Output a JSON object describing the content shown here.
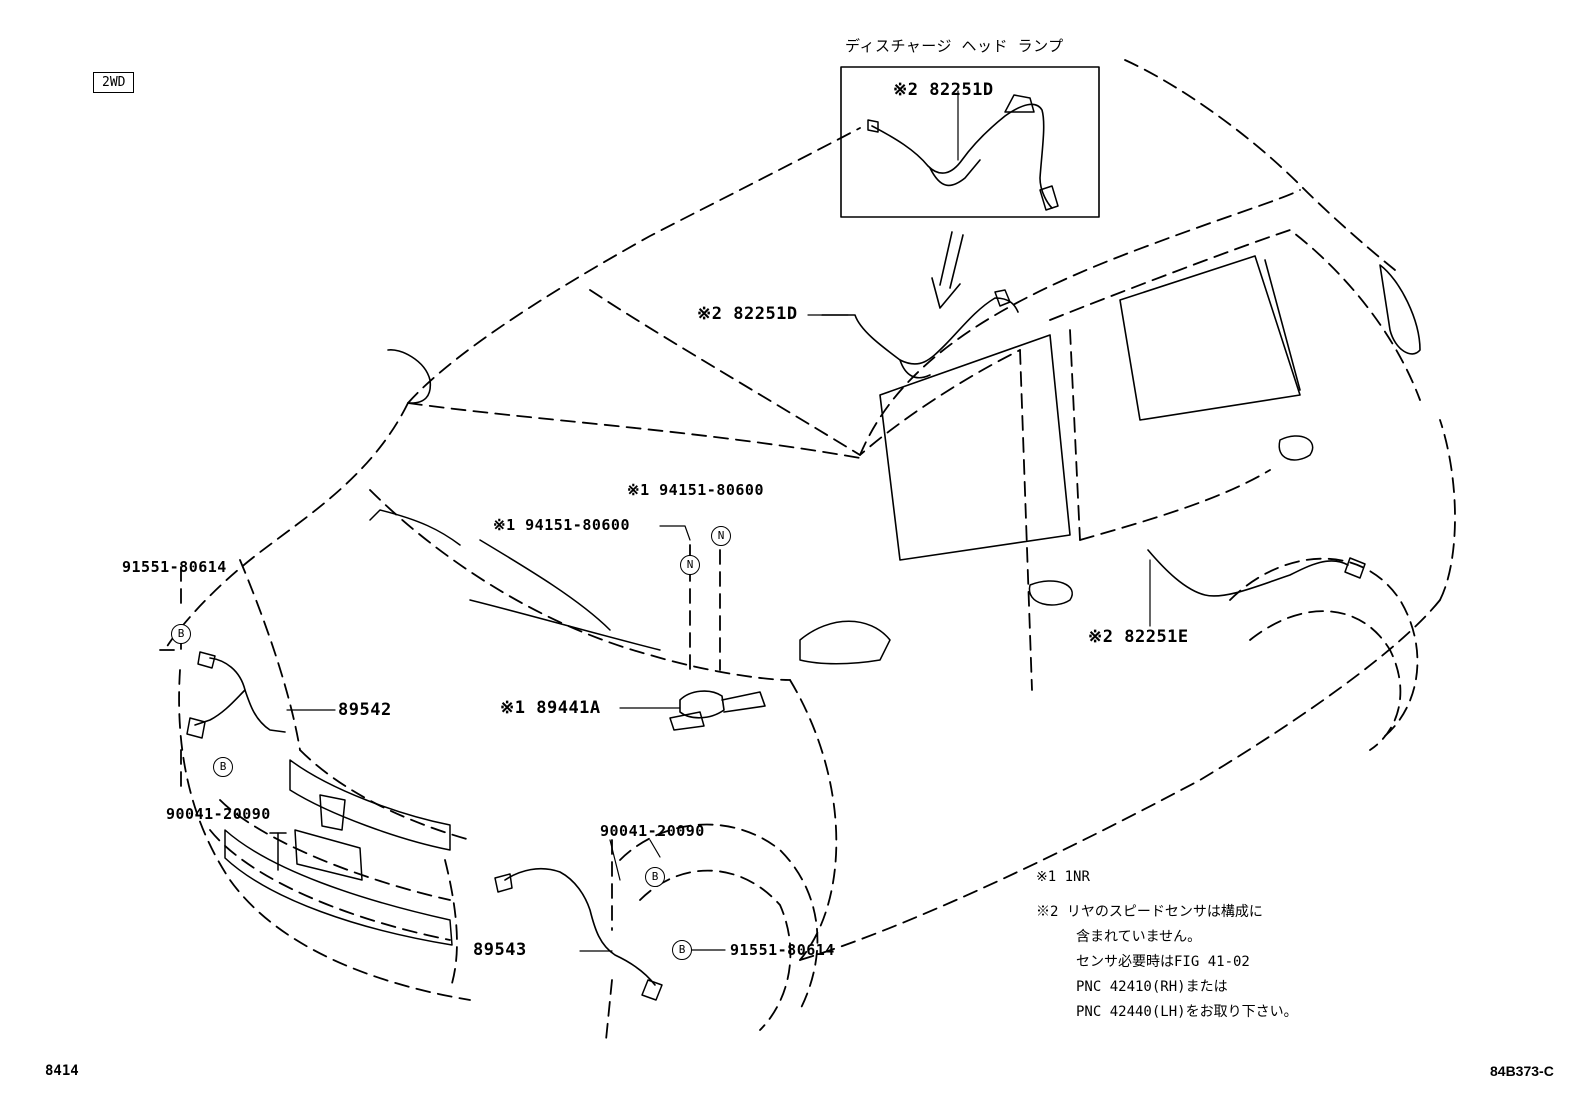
{
  "badge": "2WD",
  "inset_title": "ディスチャージ ヘッド ランプ",
  "parts": {
    "p82251D_inset": {
      "mark": "※2",
      "number": "82251D"
    },
    "p82251D_roof": {
      "mark": "※2",
      "number": "82251D"
    },
    "p82251E": {
      "mark": "※2",
      "number": "82251E"
    },
    "p94151_a": {
      "mark": "※1",
      "number": "94151-80600"
    },
    "p94151_b": {
      "mark": "※1",
      "number": "94151-80600"
    },
    "p89441A": {
      "mark": "※1",
      "number": "89441A"
    },
    "p91551_left": {
      "number": "91551-80614"
    },
    "p89542": {
      "number": "89542"
    },
    "p90041_left": {
      "number": "90041-20090"
    },
    "p90041_right": {
      "number": "90041-20090"
    },
    "p89543": {
      "number": "89543"
    },
    "p91551_right": {
      "number": "91551-80614"
    }
  },
  "callouts": {
    "n": "N",
    "b": "B"
  },
  "notes": {
    "line1": "※1 1NR",
    "line2": "※2 リヤのスピードセンサは構成に",
    "line3": "含まれていません。",
    "line4": "センサ必要時はFIG 41-02",
    "line5": "PNC 42410(RH)または",
    "line6": "PNC 42440(LH)をお取り下さい。"
  },
  "footer": {
    "left": "8414",
    "right": "84B373-C"
  }
}
